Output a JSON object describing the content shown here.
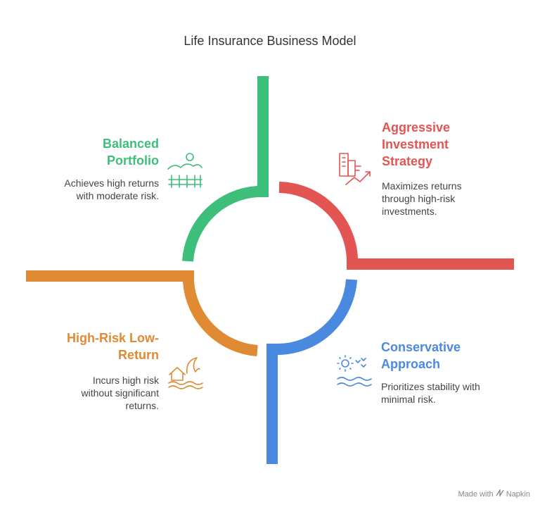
{
  "title": "Life Insurance Business Model",
  "colors": {
    "green": "#3DBE7A",
    "red": "#E35552",
    "orange": "#E08A33",
    "blue": "#4A89E0"
  },
  "quadrants": {
    "top_left": {
      "title": "Balanced\nPortfolio",
      "description": "Achieves high returns\nwith moderate risk.",
      "icon": "landscape-fence-icon",
      "color": "#3DBE7A"
    },
    "top_right": {
      "title": "Aggressive\nInvestment\nStrategy",
      "description": "Maximizes returns\nthrough high-risk\ninvestments.",
      "icon": "city-growth-icon",
      "color": "#E35552"
    },
    "bottom_left": {
      "title": "High-Risk Low-\nReturn",
      "description": "Incurs high risk\nwithout significant\nreturns.",
      "icon": "house-wave-icon",
      "color": "#E08A33"
    },
    "bottom_right": {
      "title": "Conservative\nApproach",
      "description": "Prioritizes stability with\nminimal risk.",
      "icon": "sun-water-icon",
      "color": "#4A89E0"
    }
  },
  "credit": {
    "made_with": "Made with",
    "brand": "Napkin"
  }
}
